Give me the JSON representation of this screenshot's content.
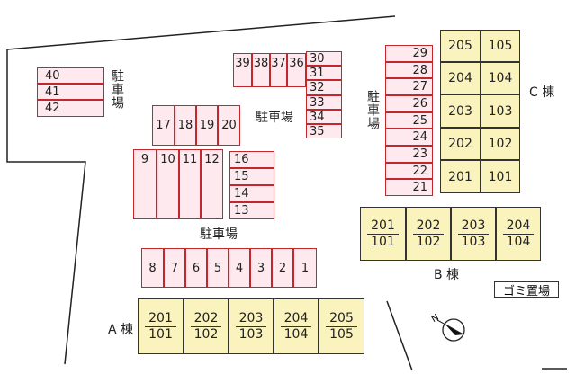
{
  "parking_label": "駐車場",
  "buildings": {
    "A": {
      "name": "A 棟",
      "units": [
        [
          "201",
          "101"
        ],
        [
          "202",
          "102"
        ],
        [
          "203",
          "103"
        ],
        [
          "204",
          "104"
        ],
        [
          "205",
          "105"
        ]
      ]
    },
    "B": {
      "name": "B 棟",
      "units": [
        [
          "201",
          "101"
        ],
        [
          "202",
          "102"
        ],
        [
          "203",
          "103"
        ],
        [
          "204",
          "104"
        ]
      ]
    },
    "C": {
      "name": "C 棟",
      "units": [
        [
          "205",
          "105"
        ],
        [
          "204",
          "104"
        ],
        [
          "203",
          "103"
        ],
        [
          "202",
          "102"
        ],
        [
          "201",
          "101"
        ]
      ]
    }
  },
  "garbage_label": "ゴミ置場",
  "compass_label": "N",
  "parking_groups": {
    "bottom_row": [
      "8",
      "7",
      "6",
      "5",
      "4",
      "3",
      "2",
      "1"
    ],
    "middle_vertical": [
      "9",
      "10",
      "11",
      "12"
    ],
    "middle_horizontal": [
      "16",
      "15",
      "14",
      "13"
    ],
    "upper_row": [
      "17",
      "18",
      "19",
      "20"
    ],
    "top_row": [
      "39",
      "38",
      "37",
      "36"
    ],
    "top_stack": [
      "30",
      "31",
      "32",
      "33",
      "34",
      "35"
    ],
    "right_stack": [
      "29",
      "28",
      "27",
      "26",
      "25",
      "24",
      "23",
      "22",
      "21"
    ],
    "left_stack": [
      "40",
      "41",
      "42"
    ]
  }
}
